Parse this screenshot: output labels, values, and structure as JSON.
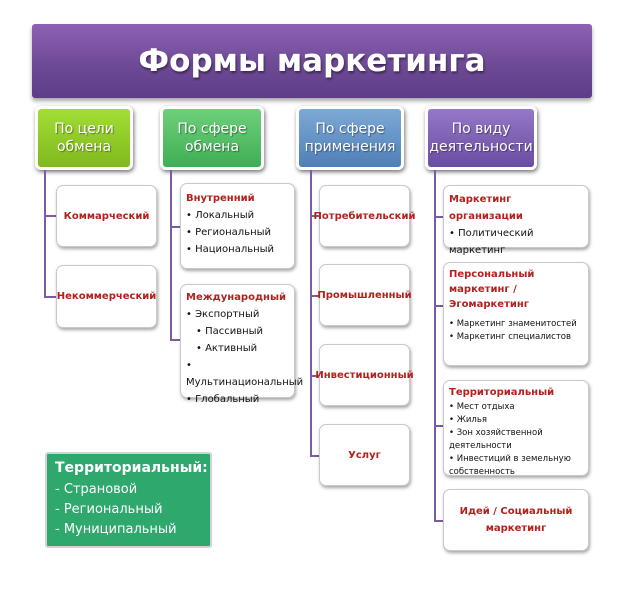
{
  "title": "Формы маркетинга",
  "columns": [
    {
      "header": "По цели\nобмена",
      "boxes": [
        {
          "label": "Коммарческий"
        },
        {
          "label": "Некоммерческий"
        }
      ]
    },
    {
      "header": "По сфере\nобмена",
      "boxes": [
        {
          "title": "Внутренний",
          "items": [
            "Локальный",
            "Региональный",
            "Национальный"
          ]
        },
        {
          "title": "Международный",
          "items": [
            "Экспортный",
            "Пассивный",
            "Активный",
            "Мультинациональный",
            "Глобальный"
          ]
        }
      ]
    },
    {
      "header": "По сфере\nприменения",
      "boxes": [
        {
          "label": "Потребительский"
        },
        {
          "label": "Промышленный"
        },
        {
          "label": "Инвестиционный"
        },
        {
          "label": "Услуг"
        }
      ]
    },
    {
      "header": "По виду\nдеятельности",
      "boxes": [
        {
          "title": "Маркетинг организации",
          "items": [
            "Политический маркетинг"
          ]
        },
        {
          "title": "Персональный маркетинг /\nЭгомаркетинг",
          "items": [
            "Маркетинг знаменитостей",
            "Маркетинг специалистов"
          ]
        },
        {
          "title": "Территориальный",
          "items": [
            "Мест отдыха",
            "Жилья",
            "Зон хозяйственной деятельности",
            "Инвестиций в земельную собственность"
          ]
        },
        {
          "label": "Идей / Социальный\nмаркетинг"
        }
      ]
    }
  ],
  "territorial_panel": {
    "title": "Территориальный:",
    "items": [
      "Страновой",
      "Региональный",
      "Муниципальный"
    ]
  },
  "colors": {
    "title_bar": "#6e4a96",
    "header_col1": "#8fcb2a",
    "header_col2": "#52bd66",
    "header_col3": "#6595c7",
    "header_col4": "#7f60b6",
    "box_text": "#b2211d",
    "connector": "#7b5aa6",
    "territorial_panel": "#2fa86e"
  }
}
